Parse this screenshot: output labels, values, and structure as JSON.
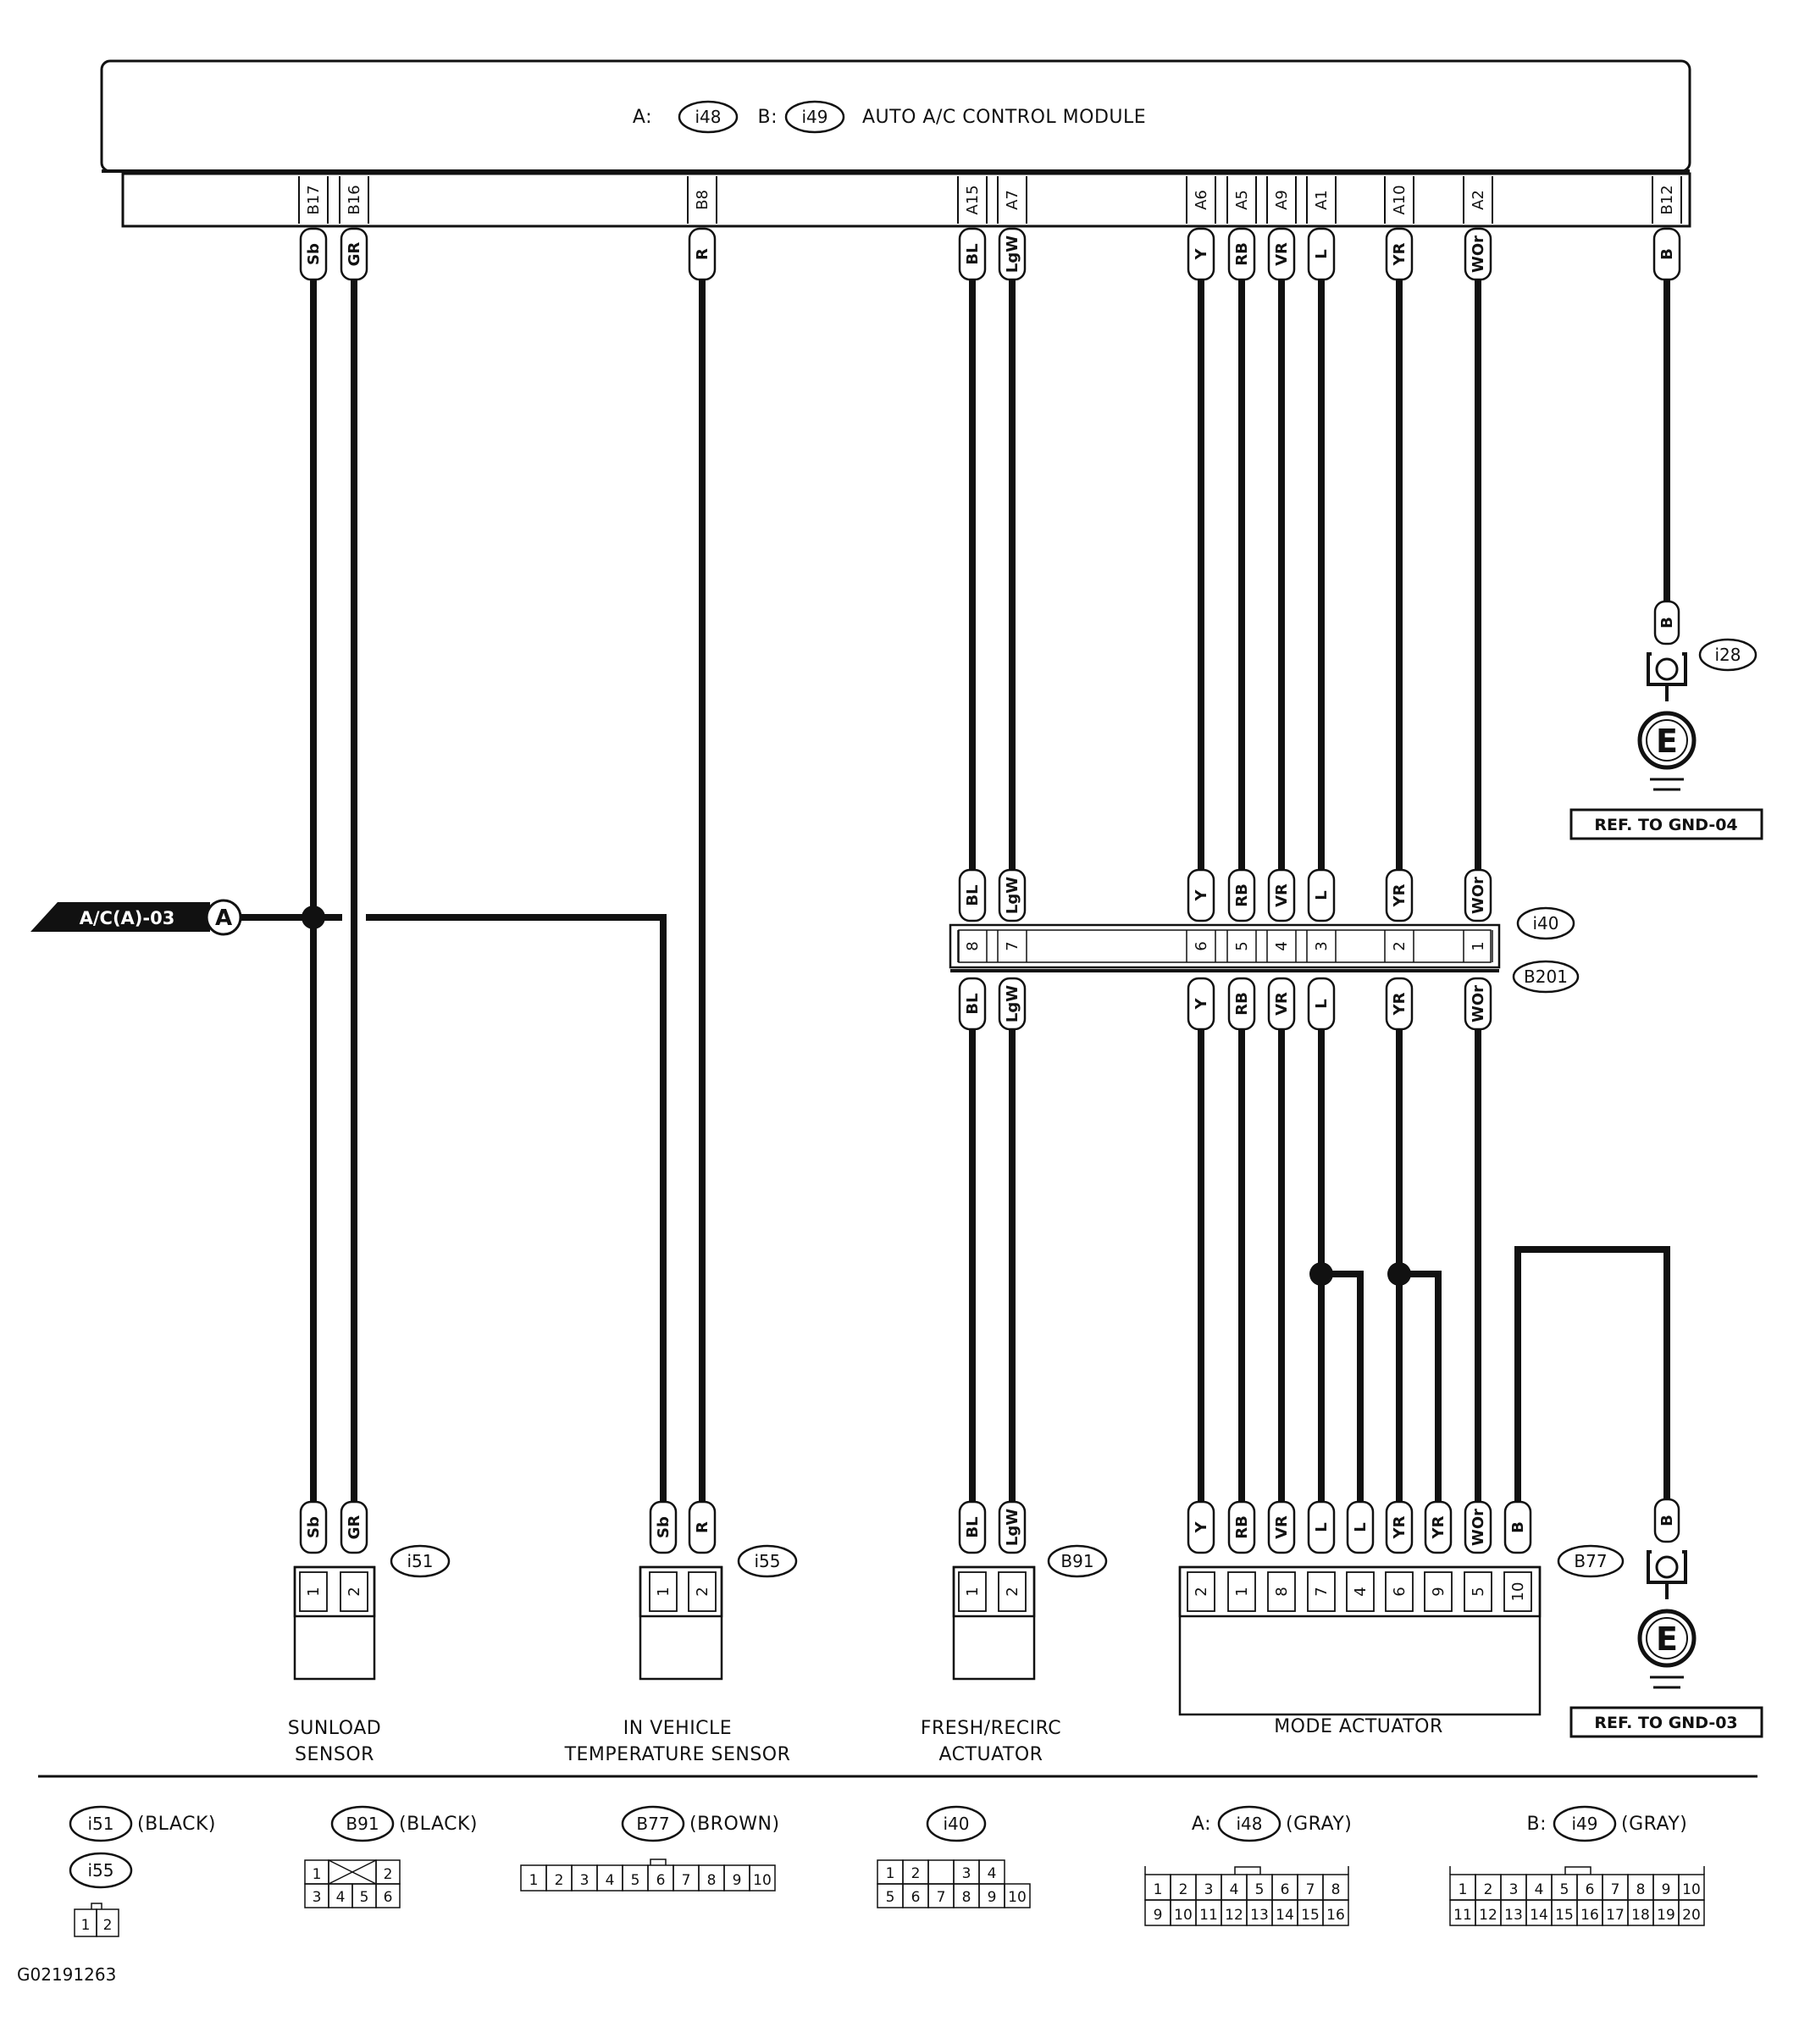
{
  "module": {
    "prefix_a": "A:",
    "connector_a": "i48",
    "prefix_b": "B:",
    "connector_b": "i49",
    "title": "AUTO A/C CONTROL MODULE"
  },
  "terminals": [
    {
      "id": "B17",
      "wire": "Sb"
    },
    {
      "id": "B16",
      "wire": "GR"
    },
    {
      "id": "B8",
      "wire": "R"
    },
    {
      "id": "A15",
      "wire": "BL"
    },
    {
      "id": "A7",
      "wire": "LgW"
    },
    {
      "id": "A6",
      "wire": "Y"
    },
    {
      "id": "A5",
      "wire": "RB"
    },
    {
      "id": "A9",
      "wire": "VR"
    },
    {
      "id": "A1",
      "wire": "L"
    },
    {
      "id": "A10",
      "wire": "YR"
    },
    {
      "id": "A2",
      "wire": "WOr"
    },
    {
      "id": "B12",
      "wire": "B"
    }
  ],
  "ground_top": {
    "wire": "B",
    "connector": "i28",
    "symbol": "E",
    "ref": "REF. TO GND-04"
  },
  "ground_bottom": {
    "wire": "B",
    "symbol": "E",
    "ref": "REF. TO GND-03"
  },
  "offpage": {
    "label": "A/C(A)-03",
    "marker": "A"
  },
  "joint": {
    "connector_top": "i40",
    "connector_bottom": "B201",
    "pins": [
      {
        "wire": "BL",
        "pin": "8"
      },
      {
        "wire": "LgW",
        "pin": "7"
      },
      {
        "wire": "Y",
        "pin": "6"
      },
      {
        "wire": "RB",
        "pin": "5"
      },
      {
        "wire": "VR",
        "pin": "4"
      },
      {
        "wire": "L",
        "pin": "3"
      },
      {
        "wire": "YR",
        "pin": "2"
      },
      {
        "wire": "WOr",
        "pin": "1"
      }
    ]
  },
  "components": [
    {
      "name_lines": [
        "SUNLOAD",
        "SENSOR"
      ],
      "connector": "i51",
      "pins": [
        {
          "wire": "Sb",
          "pin": "1"
        },
        {
          "wire": "GR",
          "pin": "2"
        }
      ]
    },
    {
      "name_lines": [
        "IN VEHICLE",
        "TEMPERATURE SENSOR"
      ],
      "connector": "i55",
      "pins": [
        {
          "wire": "Sb",
          "pin": "1"
        },
        {
          "wire": "R",
          "pin": "2"
        }
      ]
    },
    {
      "name_lines": [
        "FRESH/RECIRC",
        "ACTUATOR"
      ],
      "connector": "B91",
      "pins": [
        {
          "wire": "BL",
          "pin": "1"
        },
        {
          "wire": "LgW",
          "pin": "2"
        }
      ]
    },
    {
      "name_lines": [
        "MODE ACTUATOR"
      ],
      "connector": "B77",
      "pins": [
        {
          "wire": "Y",
          "pin": "2"
        },
        {
          "wire": "RB",
          "pin": "1"
        },
        {
          "wire": "VR",
          "pin": "8"
        },
        {
          "wire": "L",
          "pin": "7"
        },
        {
          "wire": "L",
          "pin": "4"
        },
        {
          "wire": "YR",
          "pin": "6"
        },
        {
          "wire": "YR",
          "pin": "9"
        },
        {
          "wire": "WOr",
          "pin": "5"
        },
        {
          "wire": "B",
          "pin": "10"
        }
      ]
    }
  ],
  "legend": [
    {
      "connector": "i51",
      "color": "(BLACK)"
    },
    {
      "connector": "i55"
    },
    {
      "connector": "B91",
      "color": "(BLACK)",
      "row1": [
        "1",
        "",
        "2"
      ],
      "row2": [
        "3",
        "4",
        "5",
        "6"
      ]
    },
    {
      "connector": "B77",
      "color": "(BROWN)",
      "row1": [
        "1",
        "2",
        "3",
        "4",
        "5",
        "6",
        "7",
        "8",
        "9",
        "10"
      ]
    },
    {
      "connector": "i40",
      "row1": [
        "1",
        "2",
        "",
        "3",
        "4"
      ],
      "row2": [
        "5",
        "6",
        "7",
        "8",
        "9",
        "10"
      ]
    },
    {
      "prefix": "A:",
      "connector": "i48",
      "color": "(GRAY)",
      "row1": [
        "1",
        "2",
        "3",
        "4",
        "5",
        "6",
        "7",
        "8"
      ],
      "row2": [
        "9",
        "10",
        "11",
        "12",
        "13",
        "14",
        "15",
        "16"
      ]
    },
    {
      "prefix": "B:",
      "connector": "i49",
      "color": "(GRAY)",
      "row1": [
        "1",
        "2",
        "3",
        "4",
        "5",
        "6",
        "7",
        "8",
        "9",
        "10"
      ],
      "row2": [
        "11",
        "12",
        "13",
        "14",
        "15",
        "16",
        "17",
        "18",
        "19",
        "20"
      ]
    }
  ],
  "legend_i55_pins": [
    "1",
    "2"
  ],
  "figure_id": "G02191263"
}
